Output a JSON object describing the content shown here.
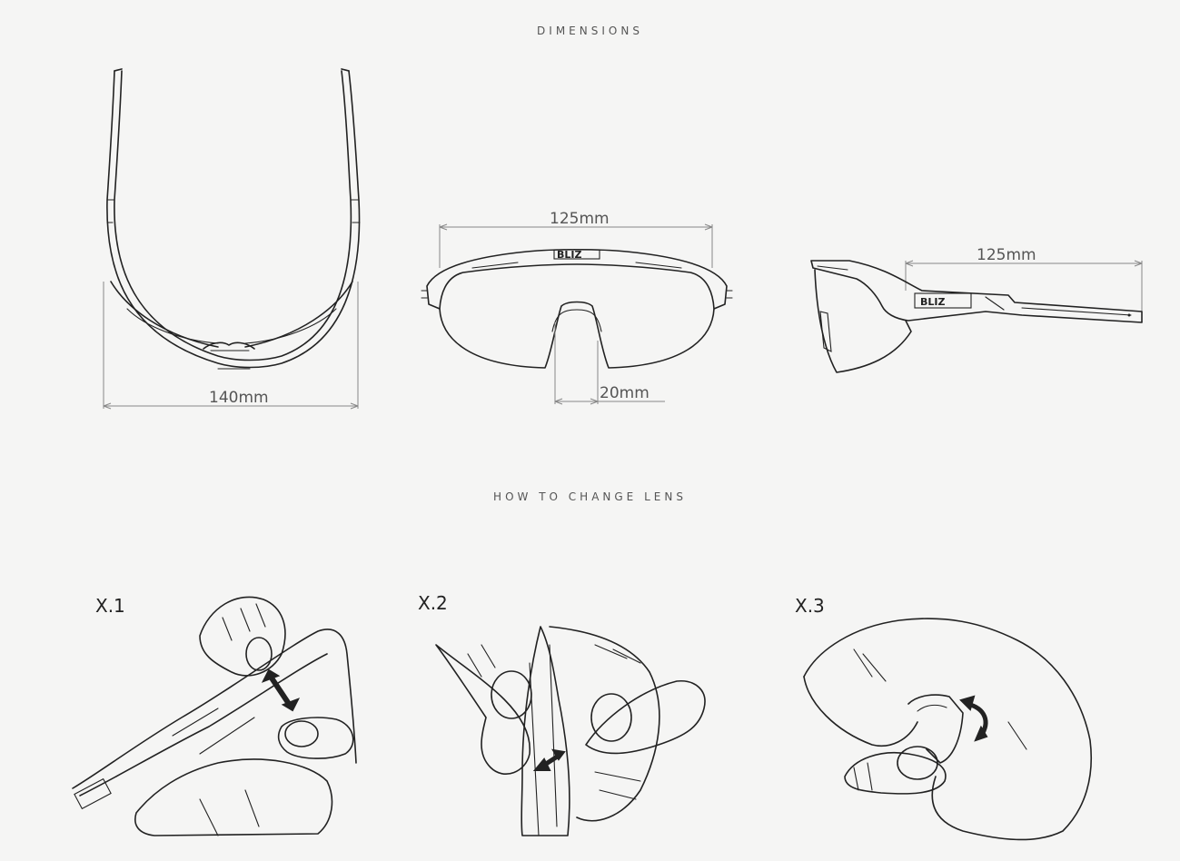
{
  "headings": {
    "dimensions": "DIMENSIONS",
    "how_to_change_lens": "HOW TO CHANGE LENS"
  },
  "dimensions": {
    "top_view_width": "140mm",
    "front_view_width": "125mm",
    "nose_bridge_width": "20mm",
    "side_view_temple_length": "125mm"
  },
  "brand": "BLIZ",
  "steps": [
    {
      "label": "X.1"
    },
    {
      "label": "X.2"
    },
    {
      "label": "X.3"
    }
  ],
  "colors": {
    "background": "#f5f5f4",
    "line": "#222222",
    "dimension_line": "#888888"
  }
}
